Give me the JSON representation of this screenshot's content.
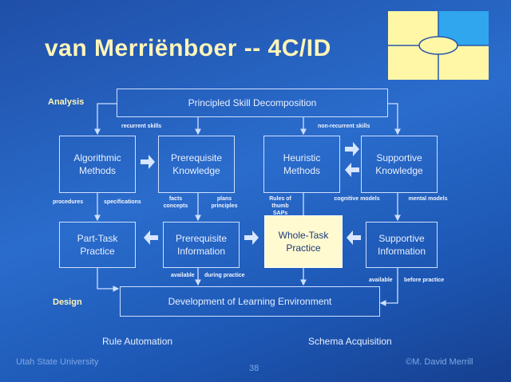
{
  "title": "van Merriënboer -- 4C/ID",
  "logo": {
    "colors": {
      "yellow": "#fff7a6",
      "blue": "#2fa6ee",
      "line": "#2a55a8"
    }
  },
  "side_labels": {
    "analysis": "Analysis",
    "design": "Design"
  },
  "boxes": {
    "principled": "Principled Skill Decomposition",
    "algorithmic": "Algorithmic Methods",
    "prerequisite_knowledge": "Prerequisite Knowledge",
    "heuristic": "Heuristic Methods",
    "supportive_knowledge": "Supportive Knowledge",
    "part_task": "Part-Task Practice",
    "prerequisite_info": "Prerequisite Information",
    "whole_task": "Whole-Task Practice",
    "supportive_info": "Supportive Information",
    "development": "Development of Learning Environment"
  },
  "edge_labels": {
    "recurrent": "recurrent skills",
    "nonrecurrent": "non-recurrent skills",
    "procedures": "procedures",
    "specifications": "specifications",
    "facts_concepts": "facts concepts",
    "plans_principles": "plans principles",
    "rules_of_thumb": "Rules of thumb SAPs",
    "cognitive_models": "cognitive models",
    "mental_models": "mental models",
    "available_1": "available",
    "during_practice": "during practice",
    "available_2": "available",
    "before_practice": "before practice"
  },
  "footer": {
    "rule_automation": "Rule Automation",
    "schema_acquisition": "Schema Acquisition",
    "university": "Utah State University",
    "page": "38",
    "copyright": "©M. David Merrill"
  }
}
